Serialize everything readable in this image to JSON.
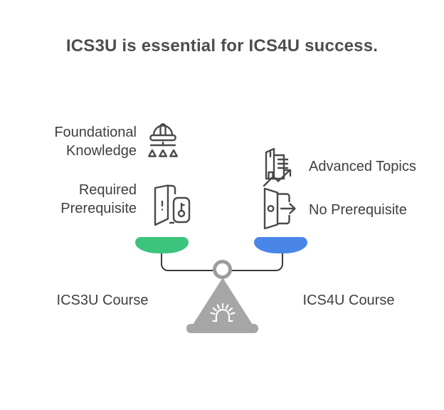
{
  "title": "ICS3U is essential for ICS4U success.",
  "left_column": {
    "features": [
      {
        "label": "Foundational\nKnowledge",
        "icon": "hard-hat-foundation-icon"
      },
      {
        "label": "Required\nPrerequisite",
        "icon": "door-key-icon"
      }
    ],
    "course_label": "ICS3U Course"
  },
  "right_column": {
    "features": [
      {
        "label": "Advanced Topics",
        "icon": "building-growth-icon"
      },
      {
        "label": "No Prerequisite",
        "icon": "door-exit-arrow-icon"
      }
    ],
    "course_label": "ICS4U Course"
  },
  "colors": {
    "pan_left": "#3cc47d",
    "pan_right": "#4a86e8",
    "pedestal": "#a6a6a6",
    "ring": "#9c9c9c",
    "beam": "#3a3a3a",
    "icon_stroke": "#4a4a4a",
    "title_text": "#4d4d4d",
    "label_text": "#3f3f3f"
  }
}
